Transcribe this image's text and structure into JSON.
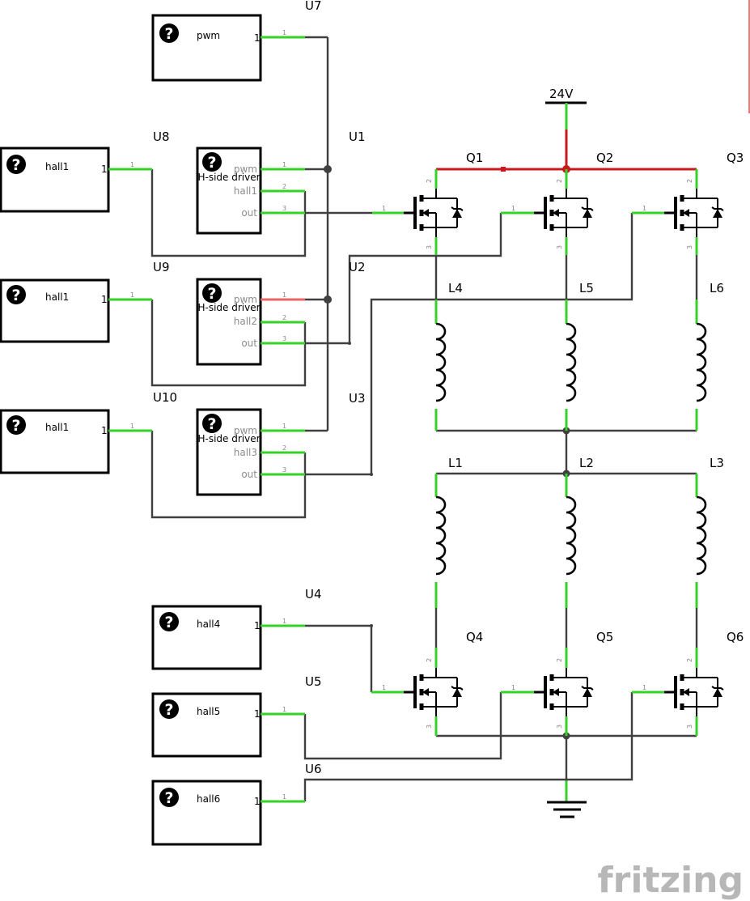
{
  "power_label": "24V",
  "parts": {
    "U7": {
      "ref": "U7",
      "label": "pwm"
    },
    "U8": {
      "ref": "U8",
      "label": "hall1"
    },
    "U9": {
      "ref": "U9",
      "label": "hall1"
    },
    "U10": {
      "ref": "U10",
      "label": "hall1"
    },
    "U1": {
      "ref": "U1",
      "label": "H-side driver",
      "pins": [
        "pwm",
        "hall1",
        "out"
      ]
    },
    "U2": {
      "ref": "U2",
      "label": "H-side driver",
      "pins": [
        "pwm",
        "hall2",
        "out"
      ]
    },
    "U3": {
      "ref": "U3",
      "label": "H-side driver",
      "pins": [
        "pwm",
        "hall3",
        "out"
      ]
    },
    "U4": {
      "ref": "U4",
      "label": "hall4"
    },
    "U5": {
      "ref": "U5",
      "label": "hall5"
    },
    "U6": {
      "ref": "U6",
      "label": "hall6"
    }
  },
  "mosfets": [
    "Q1",
    "Q2",
    "Q3",
    "Q4",
    "Q5",
    "Q6"
  ],
  "inductors": [
    "L1",
    "L2",
    "L3",
    "L4",
    "L5",
    "L6"
  ],
  "pin_numbers": {
    "p1": "1",
    "p2": "2",
    "p3": "3"
  },
  "unknown_part_glyph": "?",
  "brand": "fritzing",
  "colors": {
    "wire": "#404040",
    "power_wire": "#c9181e",
    "pin": "#35d227",
    "brand": "#b7b7b7"
  }
}
